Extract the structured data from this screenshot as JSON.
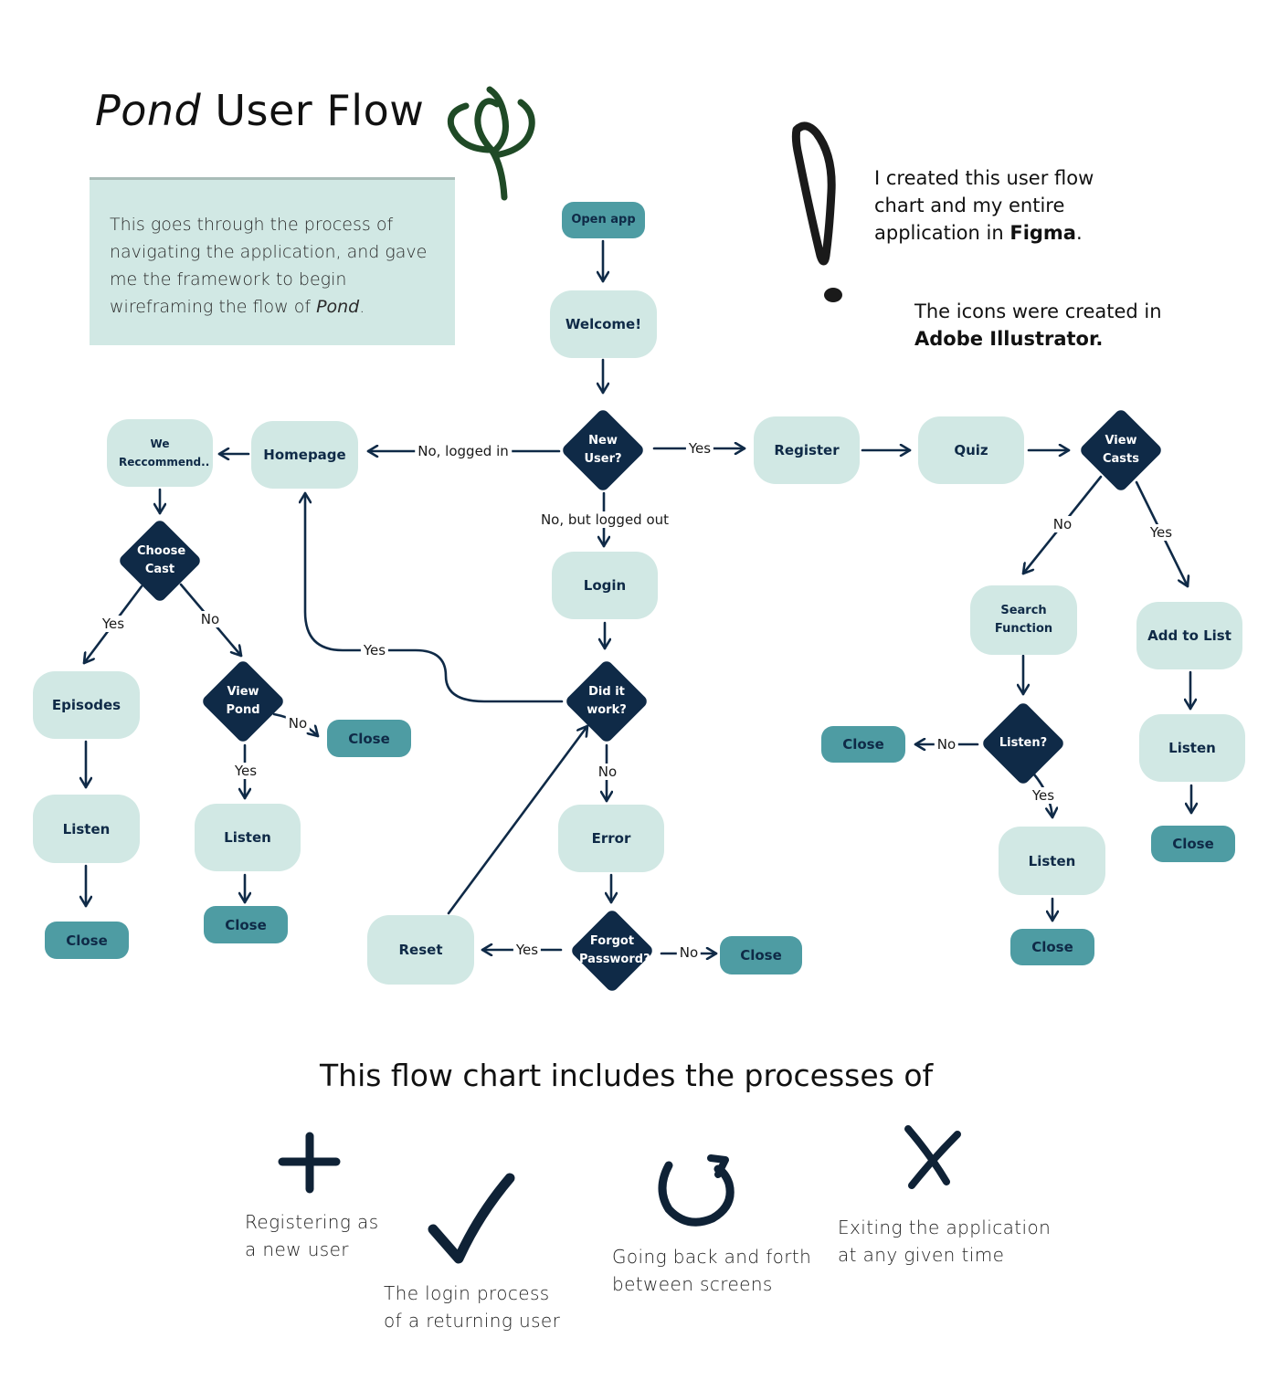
{
  "header": {
    "title_italic": "Pond",
    "title_rest": " User Flow"
  },
  "intro": {
    "text_before": "This goes through the process of navigating the application, and gave me the framework to begin wireframing the flow of ",
    "text_italic": "Pond",
    "text_after": "."
  },
  "notes": {
    "figma_before": "I created this user flow chart and my entire application in ",
    "figma_bold": "Figma",
    "figma_after": ".",
    "illustrator_before": "The icons were created in ",
    "illustrator_bold": "Adobe Illustrator."
  },
  "colors": {
    "screen_fill": "#d1e8e4",
    "action_fill": "#4e9ca3",
    "decision_fill": "#0f2a47",
    "connector": "#0f2a47",
    "sprout": "#1f4a26"
  },
  "nodes": {
    "open_app": "Open app",
    "welcome": "Welcome!",
    "new_user": "New User?",
    "register": "Register",
    "quiz": "Quiz",
    "view_casts": "View Casts",
    "search_function": "Search Function",
    "add_to_list": "Add to List",
    "listen_right": "Listen",
    "close_right": "Close",
    "listen_q": "Listen?",
    "close_listen_q": "Close",
    "listen_search": "Listen",
    "close_search": "Close",
    "homepage": "Homepage",
    "we_recommend": "We Reccommend..",
    "choose_cast": "Choose Cast",
    "episodes": "Episodes",
    "listen_episodes": "Listen",
    "close_episodes": "Close",
    "view_pond": "View Pond",
    "close_view_pond": "Close",
    "listen_pond": "Listen",
    "close_pond": "Close",
    "login": "Login",
    "did_it_work": "Did it work?",
    "error": "Error",
    "forgot_password": "Forgot Password?",
    "reset": "Reset",
    "close_forgot": "Close"
  },
  "edge_labels": {
    "no_logged_in": "No, logged in",
    "yes_register": "Yes",
    "no_logged_out": "No, but logged out",
    "yes_did_work": "Yes",
    "no_did_work": "No",
    "yes_reset": "Yes",
    "no_forgot": "No",
    "no_view_casts": "No",
    "yes_view_casts": "Yes",
    "no_listen_q": "No",
    "yes_listen_q": "Yes",
    "yes_choose_cast": "Yes",
    "no_choose_cast": "No",
    "no_view_pond": "No",
    "yes_view_pond": "Yes"
  },
  "legend": {
    "heading": "This flow chart includes the processes of",
    "items": [
      {
        "icon": "plus-icon",
        "text": "Registering as a new user"
      },
      {
        "icon": "checkmark-icon",
        "text": "The login process of a returning user"
      },
      {
        "icon": "refresh-icon",
        "text": "Going back and forth between screens"
      },
      {
        "icon": "close-x-icon",
        "text": "Exiting the application at any given time"
      }
    ]
  }
}
